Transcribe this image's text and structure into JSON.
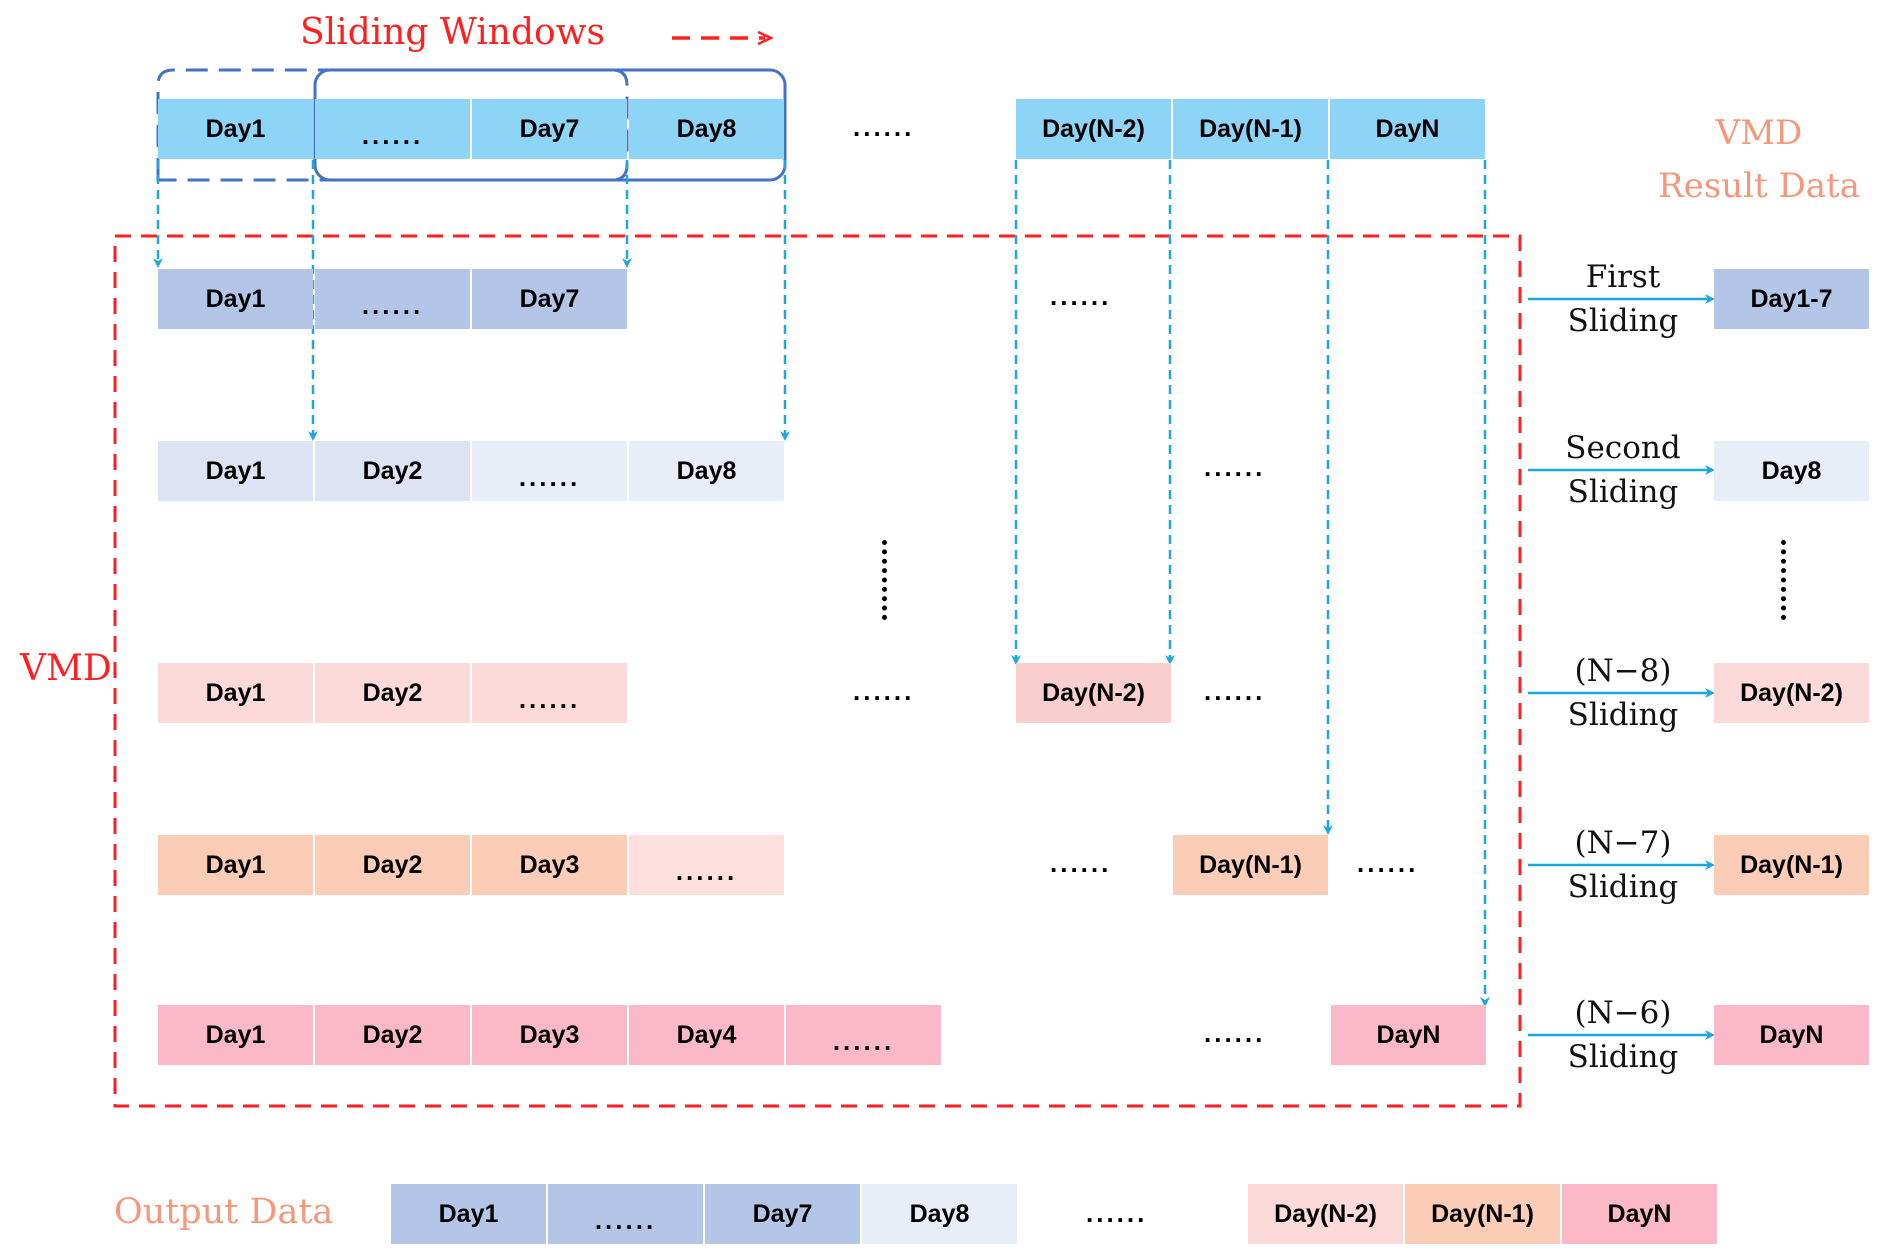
{
  "title": "Sliding Windows",
  "vmd_label": "VMD",
  "vmd_result_label": {
    "line1": "VMD",
    "line2": "Result Data"
  },
  "output_label": "Output Data",
  "colors": {
    "top": "#8ed4f7",
    "row1": "#b4c6e7",
    "row2": "#dde3f2",
    "row2_light": "#e9edf7",
    "row3": "#fcdada",
    "row3_strong": "#f9cfcd",
    "row4": "#fbcdb6",
    "row4_light": "#fde0de",
    "row5": "#fab8c8",
    "red": "#ff1f1f",
    "blue_window": "#4472c4",
    "cyan": "#1aa8de",
    "orange": "#f4977a"
  },
  "top_row": [
    {
      "text": "Day1",
      "color": "top"
    },
    {
      "text": "......",
      "color": "top"
    },
    {
      "text": "Day7",
      "color": "top"
    },
    {
      "text": "Day8",
      "color": "top"
    },
    {
      "text": "Day(N-2)",
      "color": "top"
    },
    {
      "text": "Day(N-1)",
      "color": "top"
    },
    {
      "text": "DayN",
      "color": "top"
    }
  ],
  "top_mid_dots": "......",
  "rows": [
    {
      "cells": [
        "Day1",
        "......",
        "Day7"
      ],
      "right_cells": [],
      "mid_dots": "......",
      "label": [
        "First",
        "Sliding"
      ],
      "result": "Day1-7"
    },
    {
      "cells": [
        "Day1",
        "Day2",
        "......",
        "Day8"
      ],
      "right_cells": [],
      "mid_dots": "......",
      "label": [
        "Second",
        "Sliding"
      ],
      "result": "Day8"
    },
    {
      "cells": [
        "Day1",
        "Day2",
        "......"
      ],
      "right_cells": [
        "Day(N-2)"
      ],
      "mid_dots": "......",
      "right_dots": "......",
      "label": [
        "(N−8)",
        "Sliding"
      ],
      "result": "Day(N-2)"
    },
    {
      "cells": [
        "Day1",
        "Day2",
        "Day3",
        "......"
      ],
      "right_cells": [
        "Day(N-1)"
      ],
      "mid_dots": "......",
      "right_dots": "......",
      "label": [
        "(N−7)",
        "Sliding"
      ],
      "result": "Day(N-1)"
    },
    {
      "cells": [
        "Day1",
        "Day2",
        "Day3",
        "Day4",
        "......"
      ],
      "right_cells": [
        "DayN"
      ],
      "mid_dots": "......",
      "label": [
        "(N−6)",
        "Sliding"
      ],
      "result": "DayN"
    }
  ],
  "output_row": [
    "Day1",
    "......",
    "Day7",
    "Day8",
    "Day(N-2)",
    "Day(N-1)",
    "DayN"
  ],
  "output_mid_dots": "......"
}
